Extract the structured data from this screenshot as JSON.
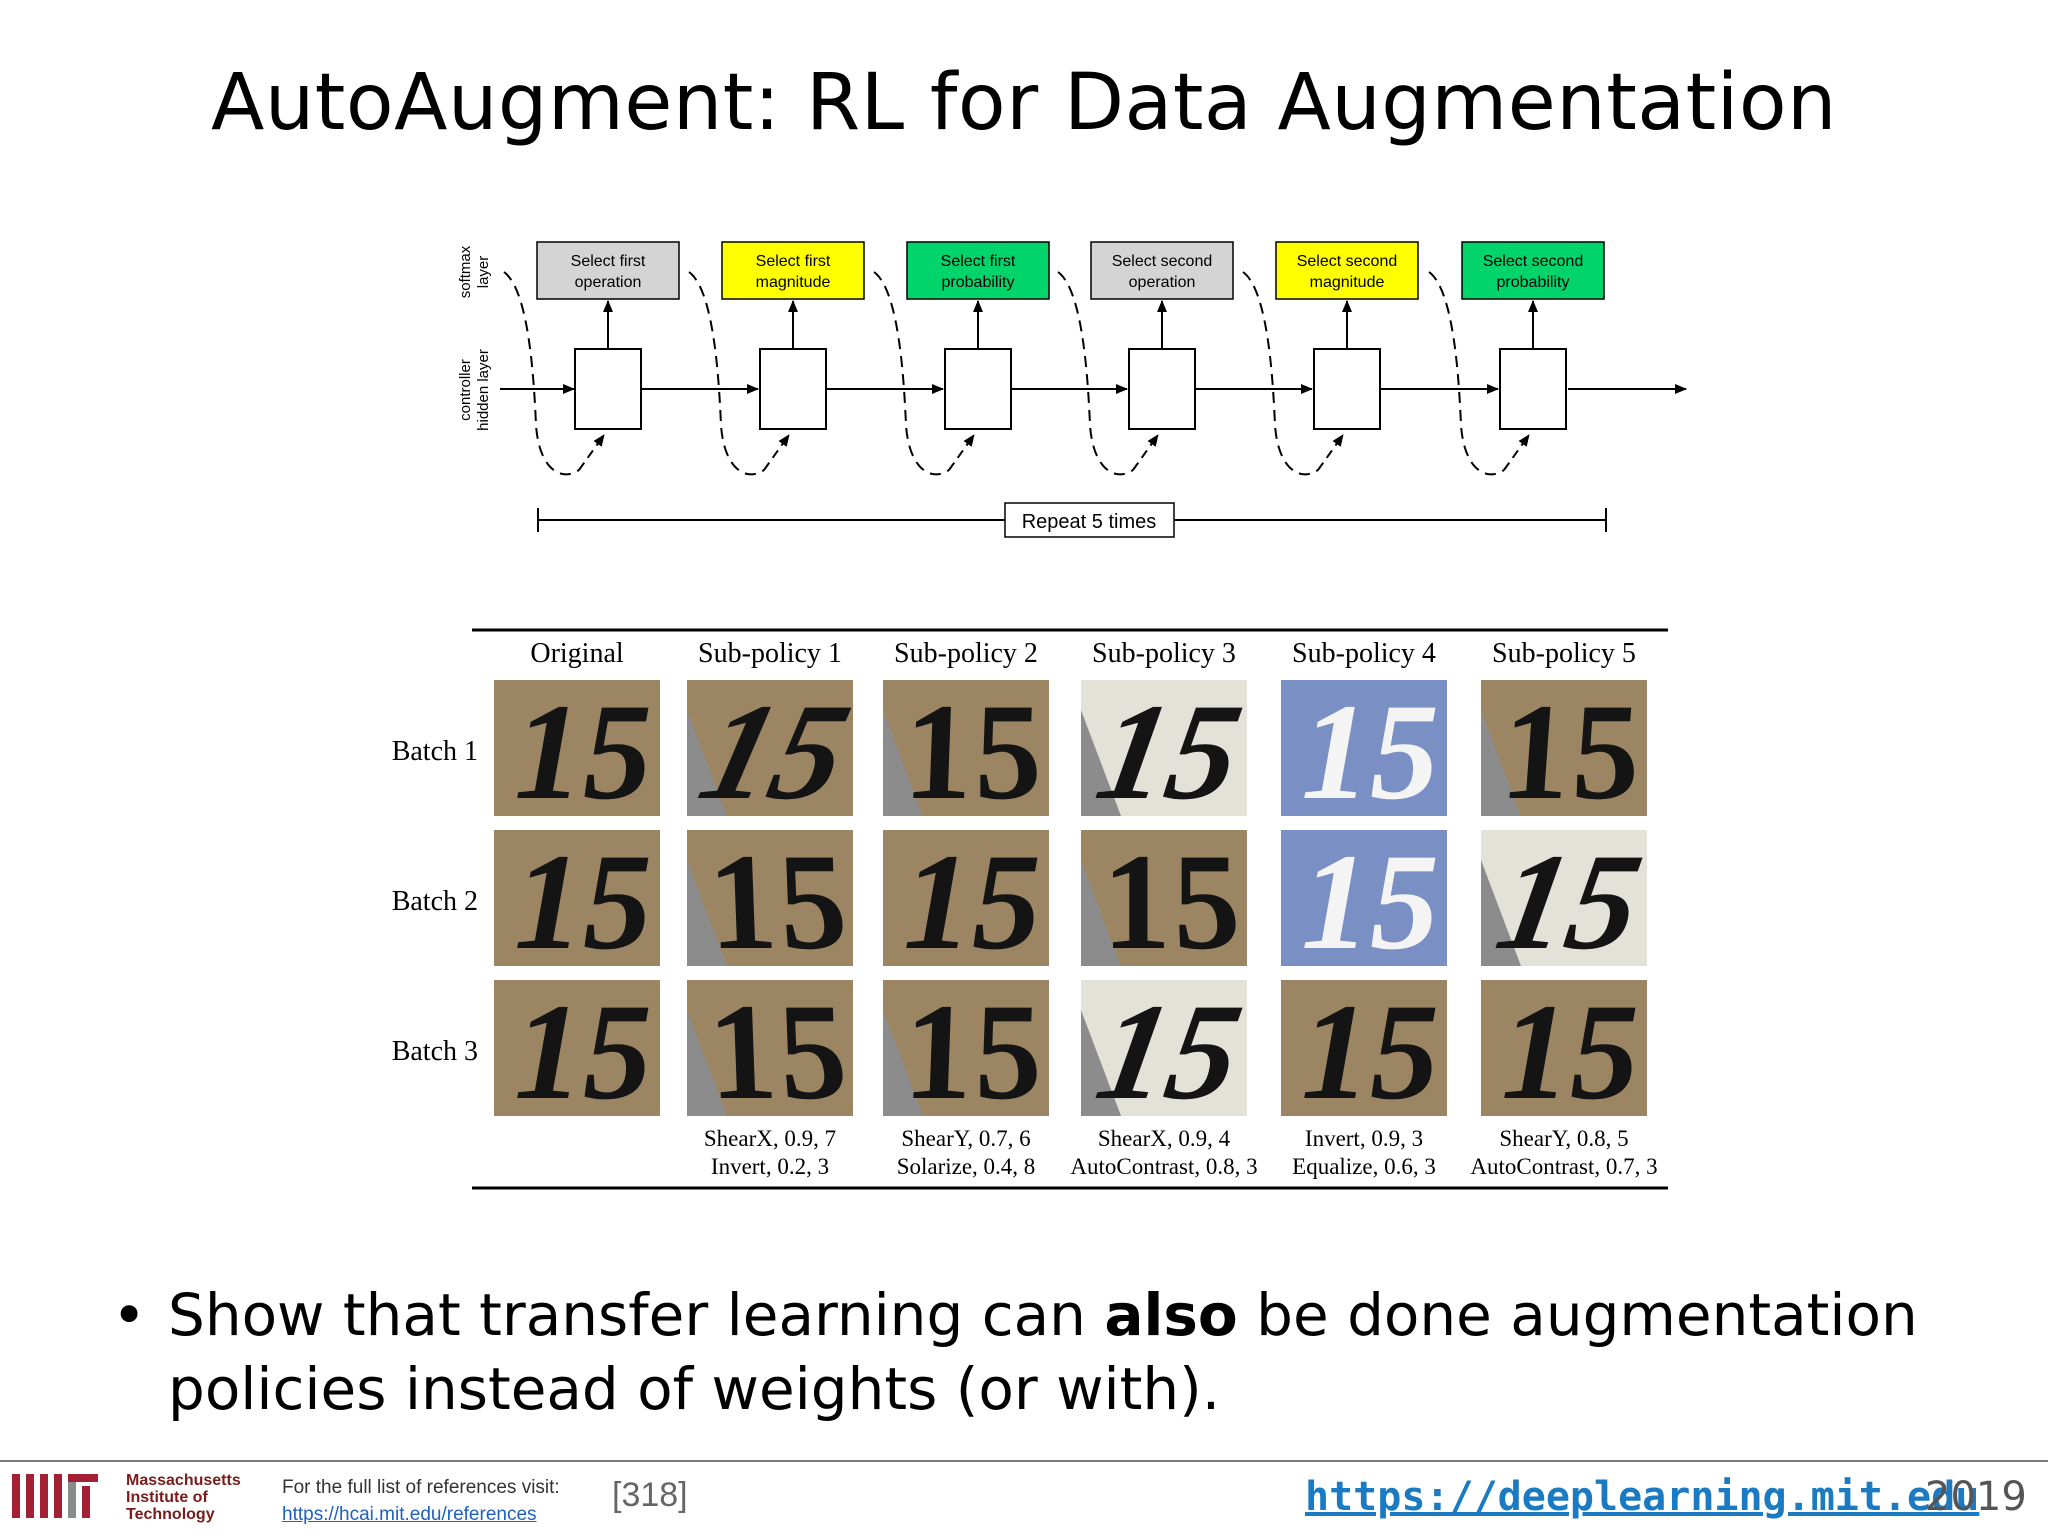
{
  "slide": {
    "title": "AutoAugment: RL for Data Augmentation"
  },
  "diagram": {
    "side_labels": {
      "softmax": [
        "softmax",
        "layer"
      ],
      "hidden": [
        "controller",
        "hidden layer"
      ]
    },
    "steps": [
      {
        "line1": "Select first",
        "line2": "operation",
        "color": "#d4d4d4"
      },
      {
        "line1": "Select first",
        "line2": "magnitude",
        "color": "#ffff00"
      },
      {
        "line1": "Select first",
        "line2": "probability",
        "color": "#00d46a"
      },
      {
        "line1": "Select second",
        "line2": "operation",
        "color": "#d4d4d4"
      },
      {
        "line1": "Select second",
        "line2": "magnitude",
        "color": "#ffff00"
      },
      {
        "line1": "Select second",
        "line2": "probability",
        "color": "#00d46a"
      }
    ],
    "repeat_label": "Repeat 5 times"
  },
  "table": {
    "columns": [
      "Original",
      "Sub-policy 1",
      "Sub-policy 2",
      "Sub-policy 3",
      "Sub-policy 4",
      "Sub-policy 5"
    ],
    "rows": [
      "Batch 1",
      "Batch 2",
      "Batch 3"
    ],
    "cell_text": "15",
    "captions": [
      {
        "line1": "ShearX, 0.9, 7",
        "line2": "Invert, 0.2, 3"
      },
      {
        "line1": "ShearY, 0.7, 6",
        "line2": "Solarize, 0.4, 8"
      },
      {
        "line1": "ShearX, 0.9, 4",
        "line2": "AutoContrast, 0.8, 3"
      },
      {
        "line1": "Invert, 0.9, 3",
        "line2": "Equalize, 0.6, 3"
      },
      {
        "line1": "ShearY, 0.8, 5",
        "line2": "AutoContrast, 0.7, 3"
      }
    ]
  },
  "bullet": {
    "pre": "Show that transfer learning can ",
    "bold": "also",
    "post": " be done augmentation policies instead of weights (or with)."
  },
  "footer": {
    "mit_lines": [
      "Massachusetts",
      "Institute of",
      "Technology"
    ],
    "refs_label": "For the full list of references visit:",
    "refs_url": "https://hcai.mit.edu/references",
    "ref_num": "[318]",
    "site": "https://deeplearning.mit.edu",
    "year": "2019"
  },
  "colors": {
    "tan": "#9b8562",
    "white_bg": "#e2e2d8",
    "blue_bg": "#7a90c4",
    "digit_dark": "#141414",
    "digit_light": "#f4f4f4",
    "mit_red": "#a31f34"
  }
}
